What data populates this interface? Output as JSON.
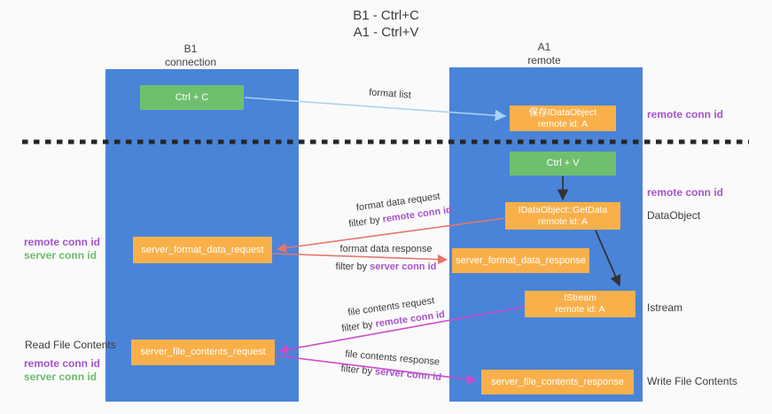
{
  "title": {
    "line1": "B1 - Ctrl+C",
    "line2": "A1 - Ctrl+V"
  },
  "lanes": {
    "left": {
      "name": "B1",
      "role": "connection"
    },
    "right": {
      "name": "A1",
      "role": "remote"
    }
  },
  "nodes": {
    "ctrl_c": {
      "label": "Ctrl + C"
    },
    "save_idataobject": {
      "line1": "保存IDataObject",
      "line2": "remote id: A"
    },
    "ctrl_v": {
      "label": "Ctrl + V"
    },
    "idataobject_getdata": {
      "line1": "IDataObject::GetData",
      "line2": "remote id: A"
    },
    "server_format_data_request": {
      "label": "server_format_data_request"
    },
    "server_format_data_response": {
      "label": "server_format_data_response"
    },
    "istream": {
      "line1": "IStream",
      "line2": "remote id: A"
    },
    "server_file_contents_request": {
      "label": "server_file_contents_request"
    },
    "server_file_contents_response": {
      "label": "server_file_contents_response"
    }
  },
  "arrow_labels": {
    "filter_by": "filter by ",
    "format_list": "format list",
    "format_data_request": {
      "text": "format data request",
      "filter": "remote conn id"
    },
    "format_data_response": {
      "text": "format data response",
      "filter": "server conn id"
    },
    "file_contents_request": {
      "text": "file contents request",
      "filter": "remote conn id"
    },
    "file_contents_response": {
      "text": "file contents response",
      "filter": "server conn id"
    }
  },
  "side_labels": {
    "right_remote_conn_id_top": "remote conn id",
    "right_remote_conn_id_mid": "remote conn id",
    "dataobject": "DataObject",
    "istream": "Istream",
    "write_file_contents": "Write File Contents",
    "left_remote_conn_id_1": "remote conn id",
    "left_server_conn_id_1": "server conn id",
    "read_file_contents": "Read File Contents",
    "left_remote_conn_id_2": "remote conn id",
    "left_server_conn_id_2": "server conn id"
  },
  "colors": {
    "lane_blue": "#4a84d8",
    "node_green": "#6fbf6f",
    "node_orange": "#f9b04a",
    "arrow_blue": "#a9d2f0",
    "arrow_red": "#e8756d",
    "arrow_magenta": "#cb4ccb",
    "arrow_black": "#333333",
    "dashed_line": "#262626",
    "text_purple": "#a653cb",
    "text_green": "#6cbc6c"
  }
}
